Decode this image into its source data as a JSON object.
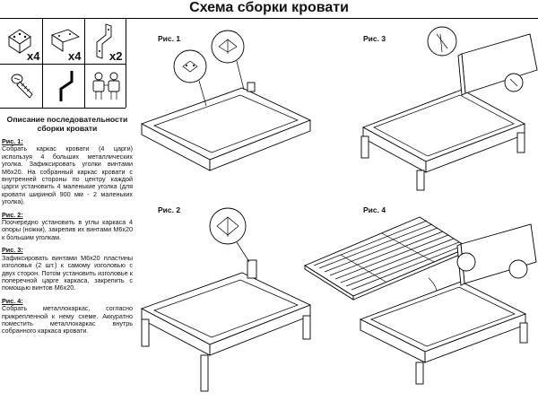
{
  "page": {
    "title": "Схема сборки кровати"
  },
  "parts": [
    {
      "qty": "x4",
      "icon": "corner-bracket-icon"
    },
    {
      "qty": "x4",
      "icon": "small-corner-icon"
    },
    {
      "qty": "x2",
      "icon": "bent-plate-icon"
    },
    {
      "qty": "",
      "icon": "screw-icon"
    },
    {
      "qty": "",
      "icon": "crossbar-icon"
    },
    {
      "qty": "",
      "icon": "workers-icon"
    }
  ],
  "description": {
    "title": "Описание последовательности сборки кровати",
    "steps": [
      {
        "title": "Рис. 1:",
        "body": "Собрать каркас кровати (4 царги) используя 4 больших металлических уголка. Зафиксировать уголки винтами М6х20. На собранный каркас кровати с внутренней стороны по центру каждой царги установить 4 маленькие уголка (для кровати шириной 900 мм - 2 маленьких уголка)."
      },
      {
        "title": "Рис. 2:",
        "body": "Поочередно установить в углы каркаса 4 опоры (ножки), закрепив их винтами М6х20 к большим уголкам."
      },
      {
        "title": "Рис. 3:",
        "body": "Зафиксировать винтами М6х20 пластины изголовья (2 шт.) к самому изголовью с двух сторон. Потом установить изголовье к поперечной царге каркаса, закрепить с помощью винтов М6х20."
      },
      {
        "title": "Рис. 4:",
        "body": "Собрать металлокаркас, согласно прикрепленной к нему схеме. Аккуратно поместить металлокаркас внутрь собранного каркаса кровати."
      }
    ]
  },
  "figures": [
    {
      "label": "Рис. 1"
    },
    {
      "label": "Рис. 3"
    },
    {
      "label": "Рис. 2"
    },
    {
      "label": "Рис. 4"
    }
  ]
}
